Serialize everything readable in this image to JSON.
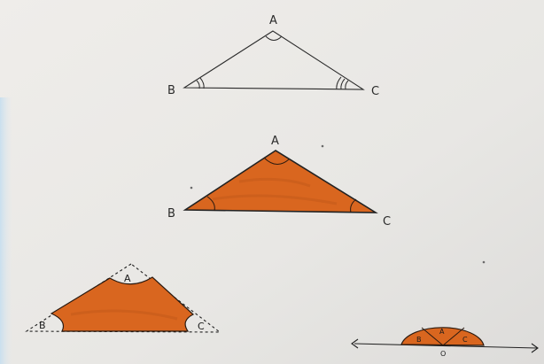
{
  "colors": {
    "paper": "#ebe9e6",
    "paper_shadow": "#d7d6d4",
    "left_tint": "#cfe3ef",
    "ink": "#2a2a2a",
    "fill": "#d9661f",
    "fill_dark": "#b94f12"
  },
  "figure1": {
    "label_a": "A",
    "label_b": "B",
    "label_c": "C"
  },
  "figure2": {
    "label_a": "A",
    "label_b": "B",
    "label_c": "C"
  },
  "figure3": {
    "label_a": "A",
    "label_b": "B",
    "label_c": "C"
  },
  "figure4": {
    "label_a": "A",
    "label_b": "B",
    "label_c": "C",
    "label_o": "O"
  }
}
